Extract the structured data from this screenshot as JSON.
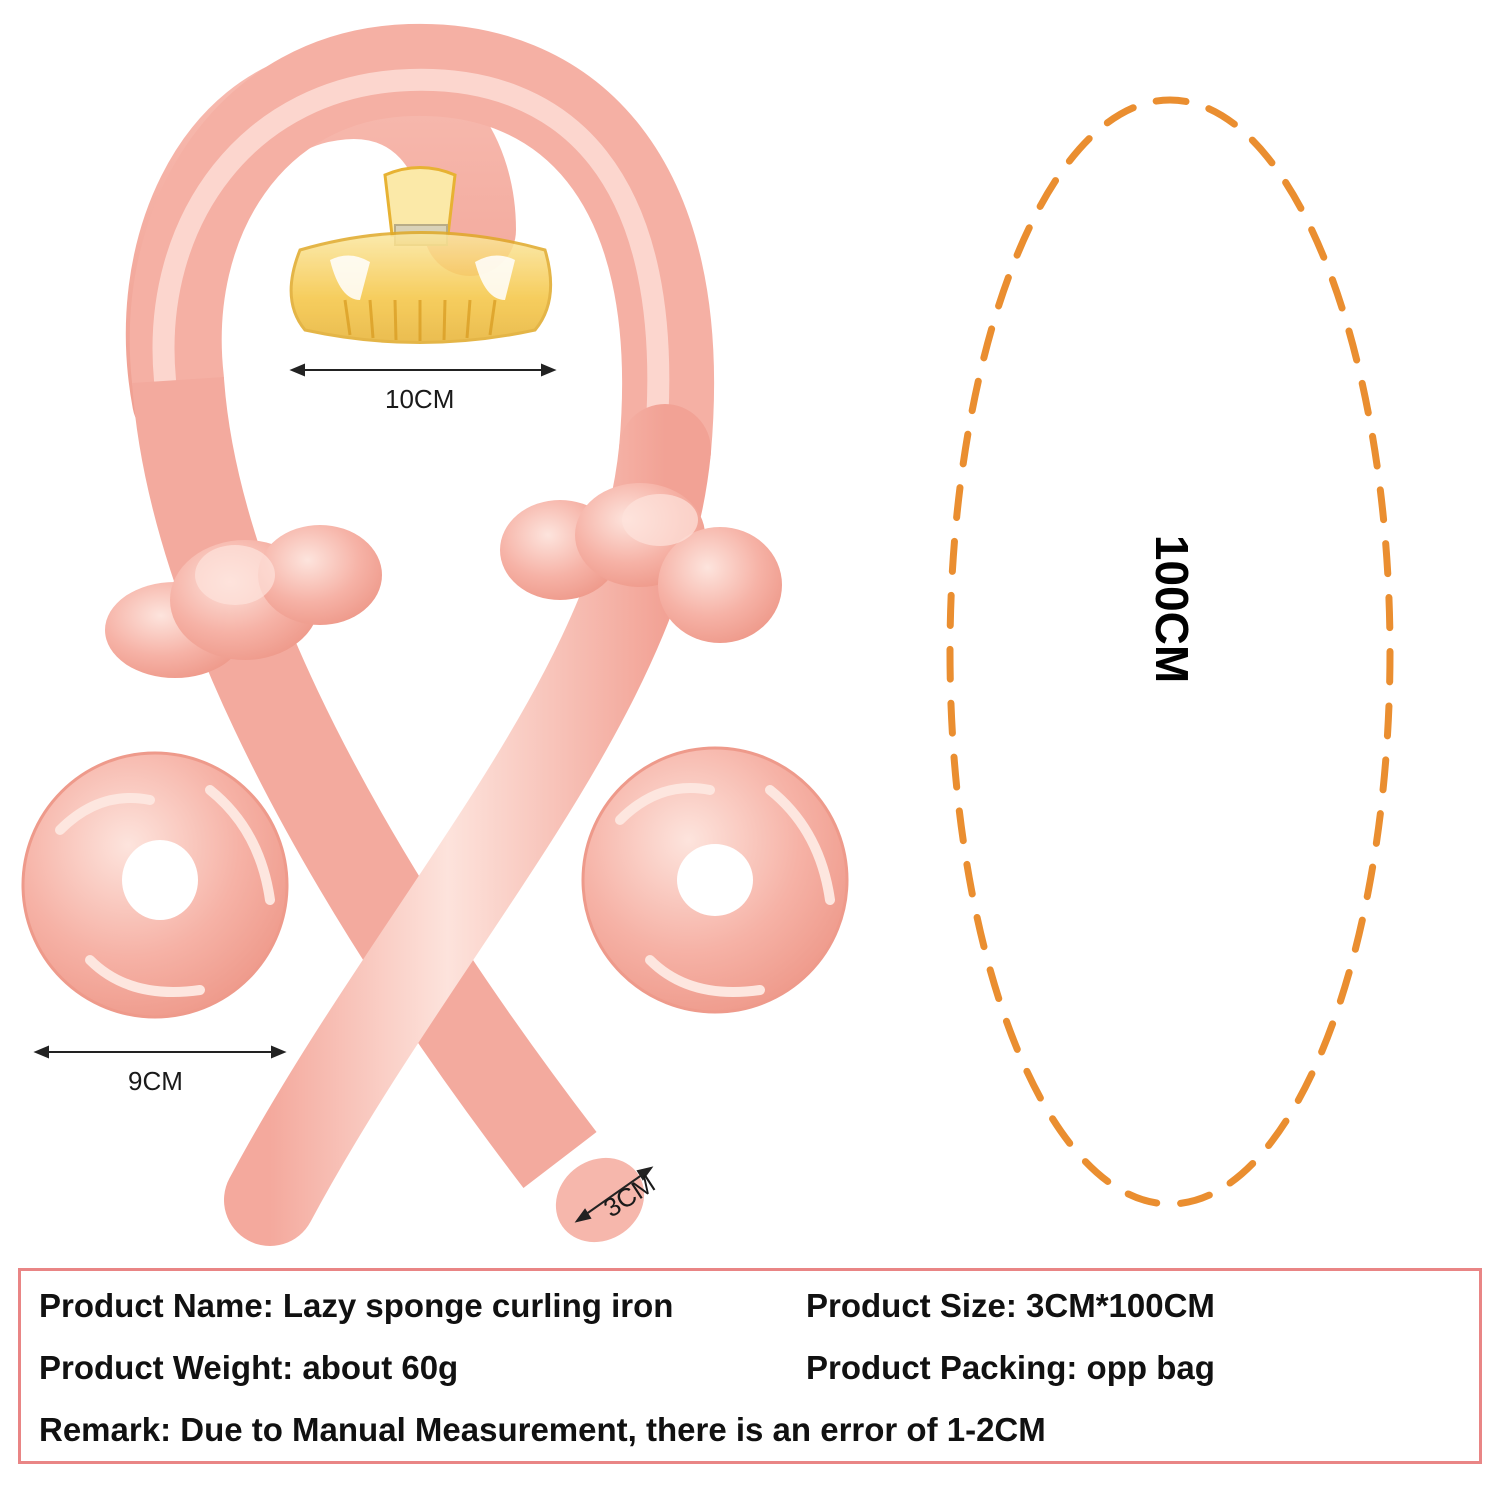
{
  "measurements": {
    "clip_width": "10CM",
    "scrunchie_width": "9CM",
    "rod_diameter": "3CM",
    "rod_length": "100CM"
  },
  "specs": {
    "name": "Product Name: Lazy sponge curling iron",
    "size": "Product Size: 3CM*100CM",
    "weight": "Product Weight: about 60g",
    "packing": "Product Packing: opp bag",
    "remark": "Remark: Due to Manual Measurement, there is an error of 1-2CM"
  },
  "colors": {
    "satin_pink": "#f6b3a8",
    "satin_highlight": "#fde3dc",
    "clip_amber": "#f5c542",
    "dashed_outline": "#ea8e30",
    "spec_border": "#e98585"
  }
}
